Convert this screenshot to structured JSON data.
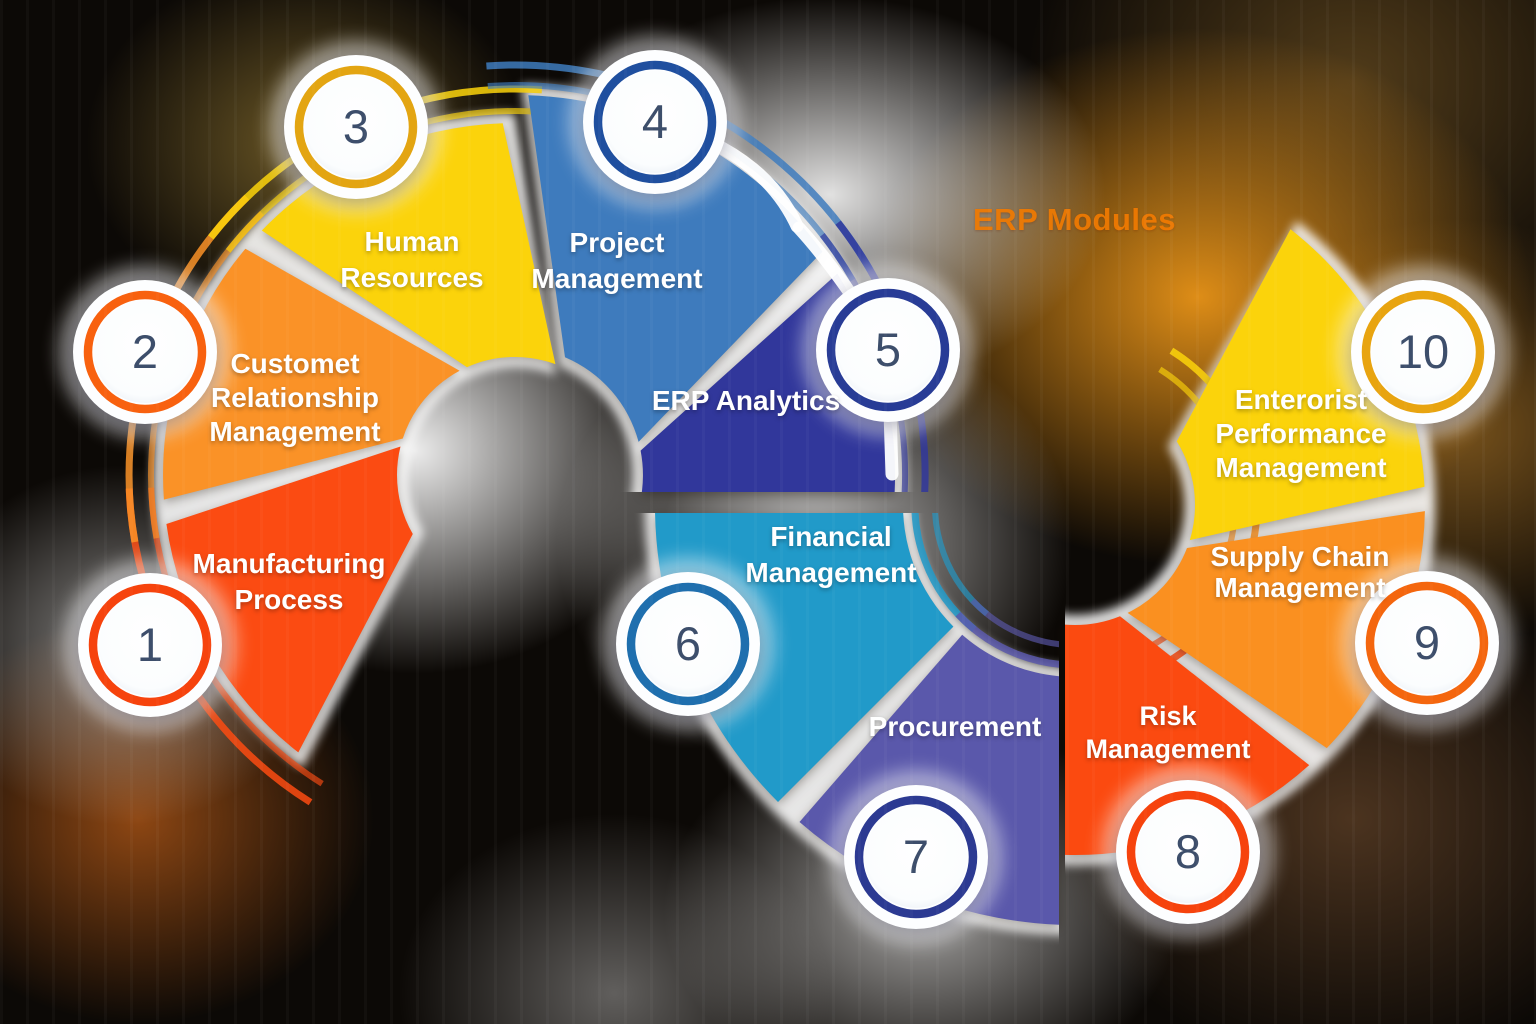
{
  "title": {
    "text": "ERP Modules",
    "color": "#f07a02"
  },
  "figure": {
    "number_color": "#3d4e6b",
    "label_color": "#ffffff",
    "segments": [
      {
        "number": "1",
        "label_lines": [
          "Manufacturing",
          "Process"
        ],
        "wedge_color": "#fb4b12",
        "ring_color": "#f6430d"
      },
      {
        "number": "2",
        "label_lines": [
          "Customet",
          "Relationship",
          "Management"
        ],
        "wedge_color": "#fa9227",
        "ring_color": "#f8610f"
      },
      {
        "number": "3",
        "label_lines": [
          "Human",
          "Resources"
        ],
        "wedge_color": "#fbd30b",
        "ring_color": "#e3a512"
      },
      {
        "number": "4",
        "label_lines": [
          "Project",
          "Management"
        ],
        "wedge_color": "#3e7bbd",
        "ring_color": "#1f4f9f"
      },
      {
        "number": "5",
        "label_lines": [
          "ERP Analytics"
        ],
        "wedge_color": "#31379b",
        "ring_color": "#283c96"
      },
      {
        "number": "6",
        "label_lines": [
          "Financial",
          "Management"
        ],
        "wedge_color": "#219ac9",
        "ring_color": "#1f6fae"
      },
      {
        "number": "7",
        "label_lines": [
          "Procurement"
        ],
        "wedge_color": "#5a58ab",
        "ring_color": "#2c3a92"
      },
      {
        "number": "8",
        "label_lines": [
          "Risk",
          "Management"
        ],
        "wedge_color": "#fb4a10",
        "ring_color": "#f6430d"
      },
      {
        "number": "9",
        "label_lines": [
          "Supply Chain",
          "Management"
        ],
        "wedge_color": "#fa9020",
        "ring_color": "#f4660e"
      },
      {
        "number": "10",
        "label_lines": [
          "Enterorist",
          "Performance",
          "Management"
        ],
        "wedge_color": "#fbd30b",
        "ring_color": "#e8a410"
      }
    ]
  }
}
